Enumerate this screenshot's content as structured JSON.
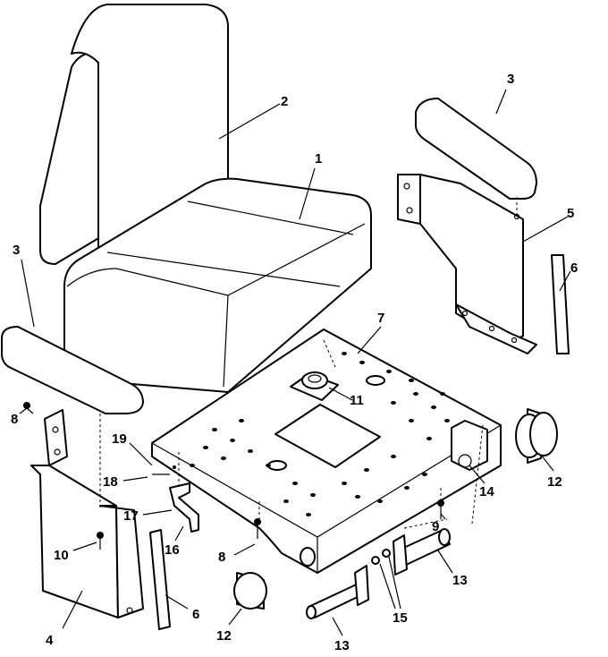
{
  "callouts": {
    "c1": "1",
    "c2": "2",
    "c3a": "3",
    "c3b": "3",
    "c4": "4",
    "c5": "5",
    "c6a": "6",
    "c6b": "6",
    "c7": "7",
    "c8a": "8",
    "c8b": "8",
    "c9": "9",
    "c10": "10",
    "c11": "11",
    "c12a": "12",
    "c12b": "12",
    "c13a": "13",
    "c13b": "13",
    "c14": "14",
    "c15": "15",
    "c16": "16",
    "c17": "17",
    "c18": "18",
    "c19": "19"
  }
}
